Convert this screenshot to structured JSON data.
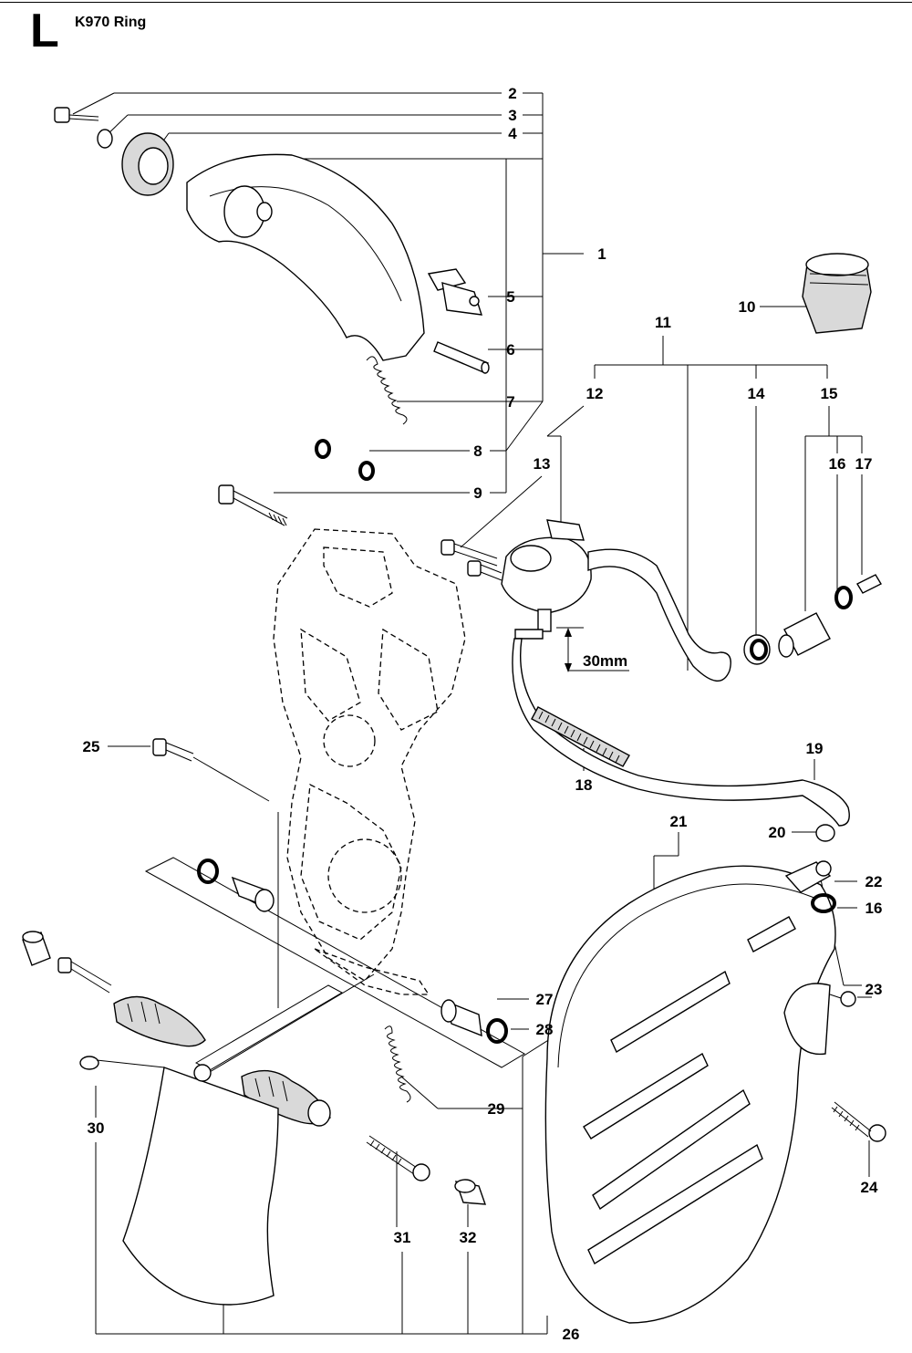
{
  "header": {
    "section_letter": "L",
    "title": "K970 Ring"
  },
  "callouts": {
    "c1": "1",
    "c2": "2",
    "c3": "3",
    "c4": "4",
    "c5": "5",
    "c6": "6",
    "c7": "7",
    "c8": "8",
    "c9": "9",
    "c10": "10",
    "c11": "11",
    "c12": "12",
    "c13": "13",
    "c14": "14",
    "c15": "15",
    "c16a": "16",
    "c16b": "16",
    "c17": "17",
    "c18": "18",
    "c19": "19",
    "c20": "20",
    "c21": "21",
    "c22": "22",
    "c23": "23",
    "c24": "24",
    "c25": "25",
    "c26": "26",
    "c27": "27",
    "c28": "28",
    "c29": "29",
    "c30": "30",
    "c31": "31",
    "c32": "32"
  },
  "dimension": {
    "label": "30mm"
  }
}
